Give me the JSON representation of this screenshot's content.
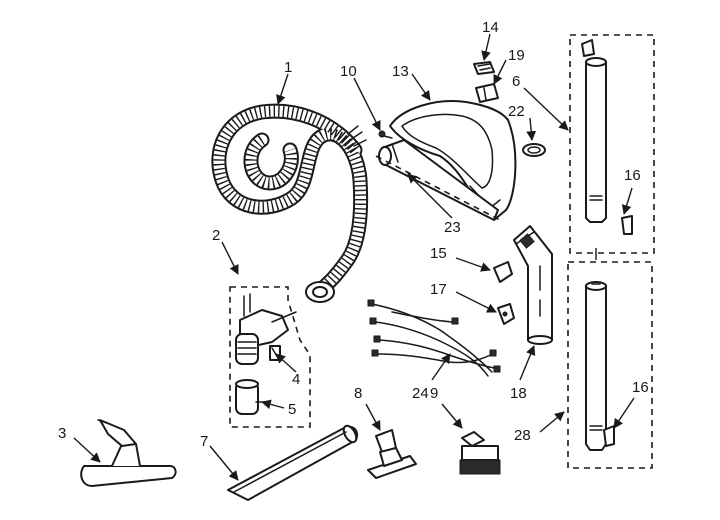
{
  "callouts": {
    "c1": "1",
    "c2": "2",
    "c3": "3",
    "c4": "4",
    "c5": "5",
    "c6": "6",
    "c7": "7",
    "c8": "8",
    "c9": "9",
    "c10": "10",
    "c13": "13",
    "c14": "14",
    "c15": "15",
    "c16a": "16",
    "c16b": "16",
    "c17": "17",
    "c18": "18",
    "c19": "19",
    "c22": "22",
    "c23": "23",
    "c24": "24",
    "c28": "28"
  }
}
